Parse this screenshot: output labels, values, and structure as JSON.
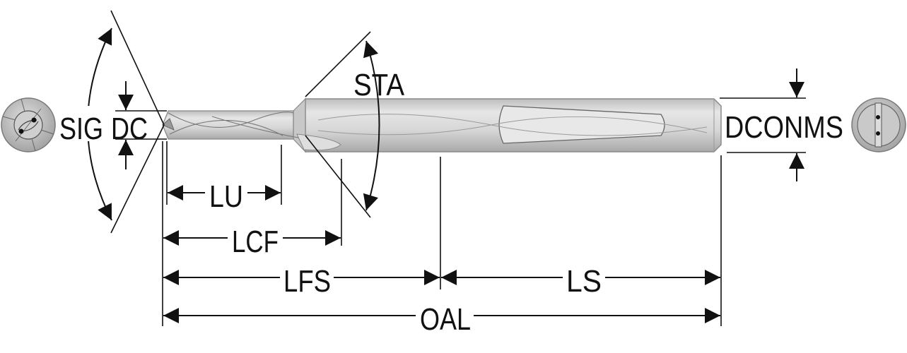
{
  "diagram": {
    "labels": {
      "sig": "SIG",
      "dc": "DC",
      "sta": "STA",
      "dconms": "DCONMS",
      "lu": "LU",
      "lcf": "LCF",
      "lfs": "LFS",
      "ls": "LS",
      "oal": "OAL"
    },
    "colors": {
      "tool_body": "#d4d4d4",
      "tool_outline": "#8a8a8a",
      "line": "#111111"
    }
  }
}
